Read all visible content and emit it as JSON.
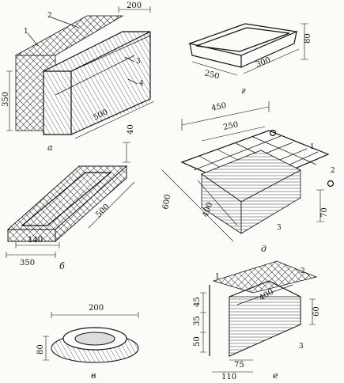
{
  "figures": {
    "a": {
      "letter": "а",
      "dims": [
        "200",
        "350",
        "500"
      ],
      "callouts": [
        "1",
        "2",
        "3",
        "4"
      ]
    },
    "g": {
      "letter": "г",
      "dims": [
        "80",
        "250",
        "300"
      ]
    },
    "b": {
      "letter": "б",
      "dims": [
        "40",
        "500",
        "140",
        "350"
      ]
    },
    "d": {
      "letter": "д",
      "dims": [
        "450",
        "250",
        "400",
        "600",
        "70"
      ],
      "callouts": [
        "1",
        "2",
        "3"
      ]
    },
    "v": {
      "letter": "в",
      "dims": [
        "200",
        "80"
      ]
    },
    "e": {
      "letter": "е",
      "dims": [
        "45",
        "35",
        "50",
        "400",
        "60",
        "75",
        "110"
      ],
      "callouts": [
        "1",
        "2",
        "3"
      ]
    }
  }
}
